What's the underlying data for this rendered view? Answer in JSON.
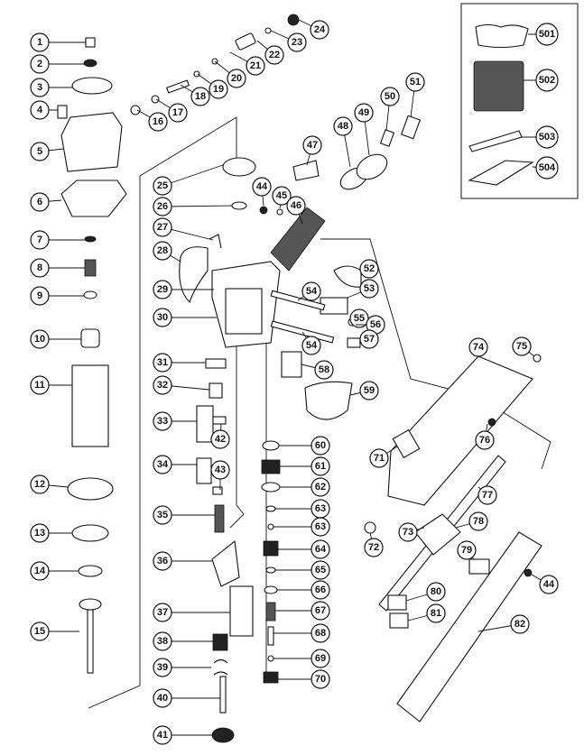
{
  "diagram": {
    "type": "exploded-parts-view",
    "callouts": [
      "1",
      "2",
      "3",
      "4",
      "5",
      "6",
      "7",
      "8",
      "9",
      "10",
      "11",
      "12",
      "13",
      "14",
      "15",
      "16",
      "17",
      "18",
      "19",
      "20",
      "21",
      "22",
      "23",
      "24",
      "25",
      "26",
      "27",
      "28",
      "29",
      "30",
      "31",
      "32",
      "33",
      "34",
      "35",
      "36",
      "37",
      "38",
      "39",
      "40",
      "41",
      "42",
      "43",
      "44",
      "45",
      "46",
      "47",
      "48",
      "49",
      "50",
      "51",
      "52",
      "53",
      "54",
      "54",
      "55",
      "56",
      "57",
      "58",
      "59",
      "60",
      "61",
      "62",
      "63",
      "63",
      "64",
      "65",
      "66",
      "67",
      "68",
      "69",
      "70",
      "71",
      "72",
      "73",
      "74",
      "75",
      "76",
      "77",
      "78",
      "79",
      "80",
      "81",
      "82",
      "44",
      "501",
      "502",
      "503",
      "504"
    ],
    "accessory_callouts": [
      "501",
      "502",
      "503",
      "504"
    ]
  }
}
